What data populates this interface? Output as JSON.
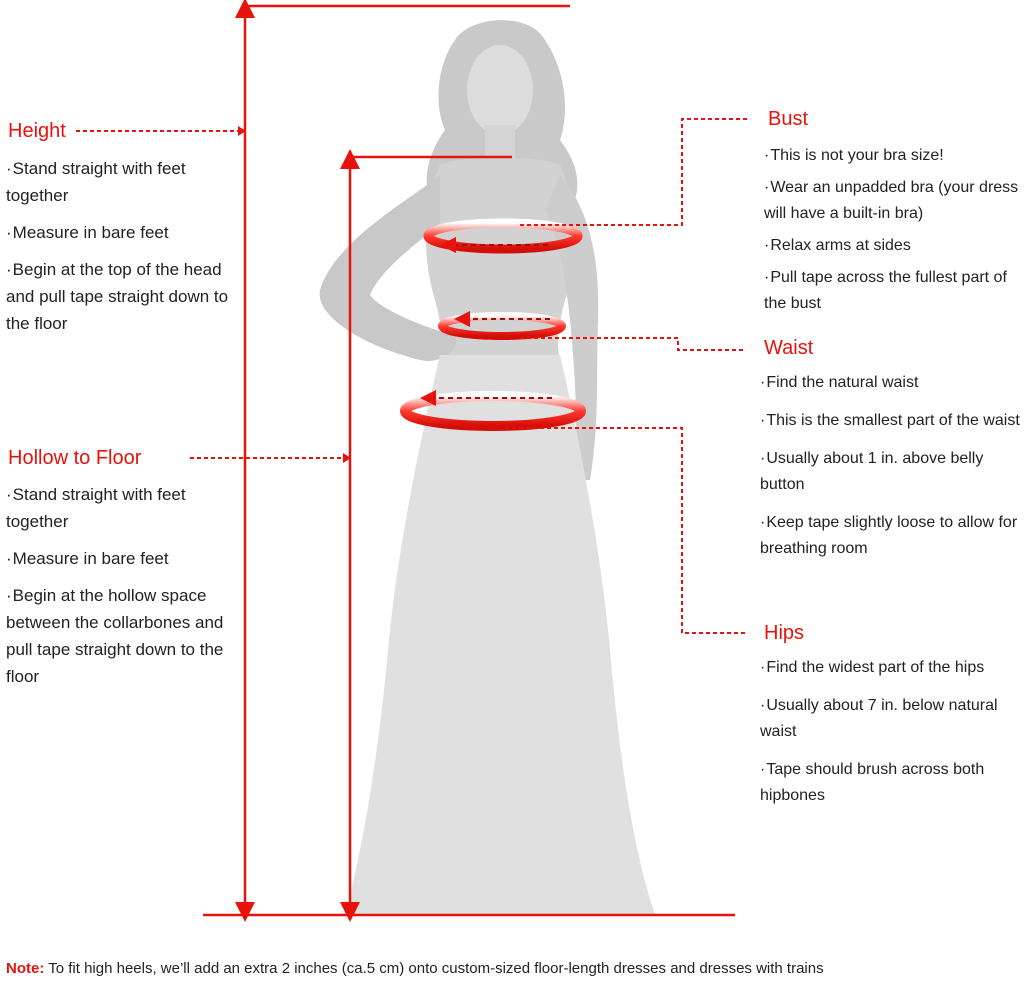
{
  "colors": {
    "accent": "#e8120c",
    "silhouette": "#d9d9d9",
    "text": "#222222"
  },
  "left": {
    "height": {
      "title": "Height",
      "tips": [
        "Stand straight with feet together",
        "Measure in bare feet",
        "Begin at the top of the head and pull tape straight down to the floor"
      ]
    },
    "hollow": {
      "title": "Hollow to Floor",
      "tips": [
        "Stand straight with feet together",
        "Measure in bare feet",
        "Begin at the hollow space between the collarbones and pull tape straight down to the floor"
      ]
    }
  },
  "right": {
    "bust": {
      "title": "Bust",
      "tips": [
        "This is not your bra size!",
        "Wear an unpadded bra (your dress will have a built-in bra)",
        "Relax arms at sides",
        "Pull tape across the fullest part of the bust"
      ]
    },
    "waist": {
      "title": "Waist",
      "tips": [
        "Find the natural waist",
        "This is the smallest part of the waist",
        "Usually about 1 in. above belly button",
        "Keep tape slightly loose to allow for breathing room"
      ]
    },
    "hips": {
      "title": "Hips",
      "tips": [
        "Find the widest part of the hips",
        "Usually about 7 in. below natural waist",
        "Tape should brush across both hipbones"
      ]
    }
  },
  "note": {
    "label": "Note:",
    "text": " To fit high heels, we’ll add an extra 2 inches (ca.5 cm) onto custom-sized floor-length dresses and dresses with trains"
  }
}
